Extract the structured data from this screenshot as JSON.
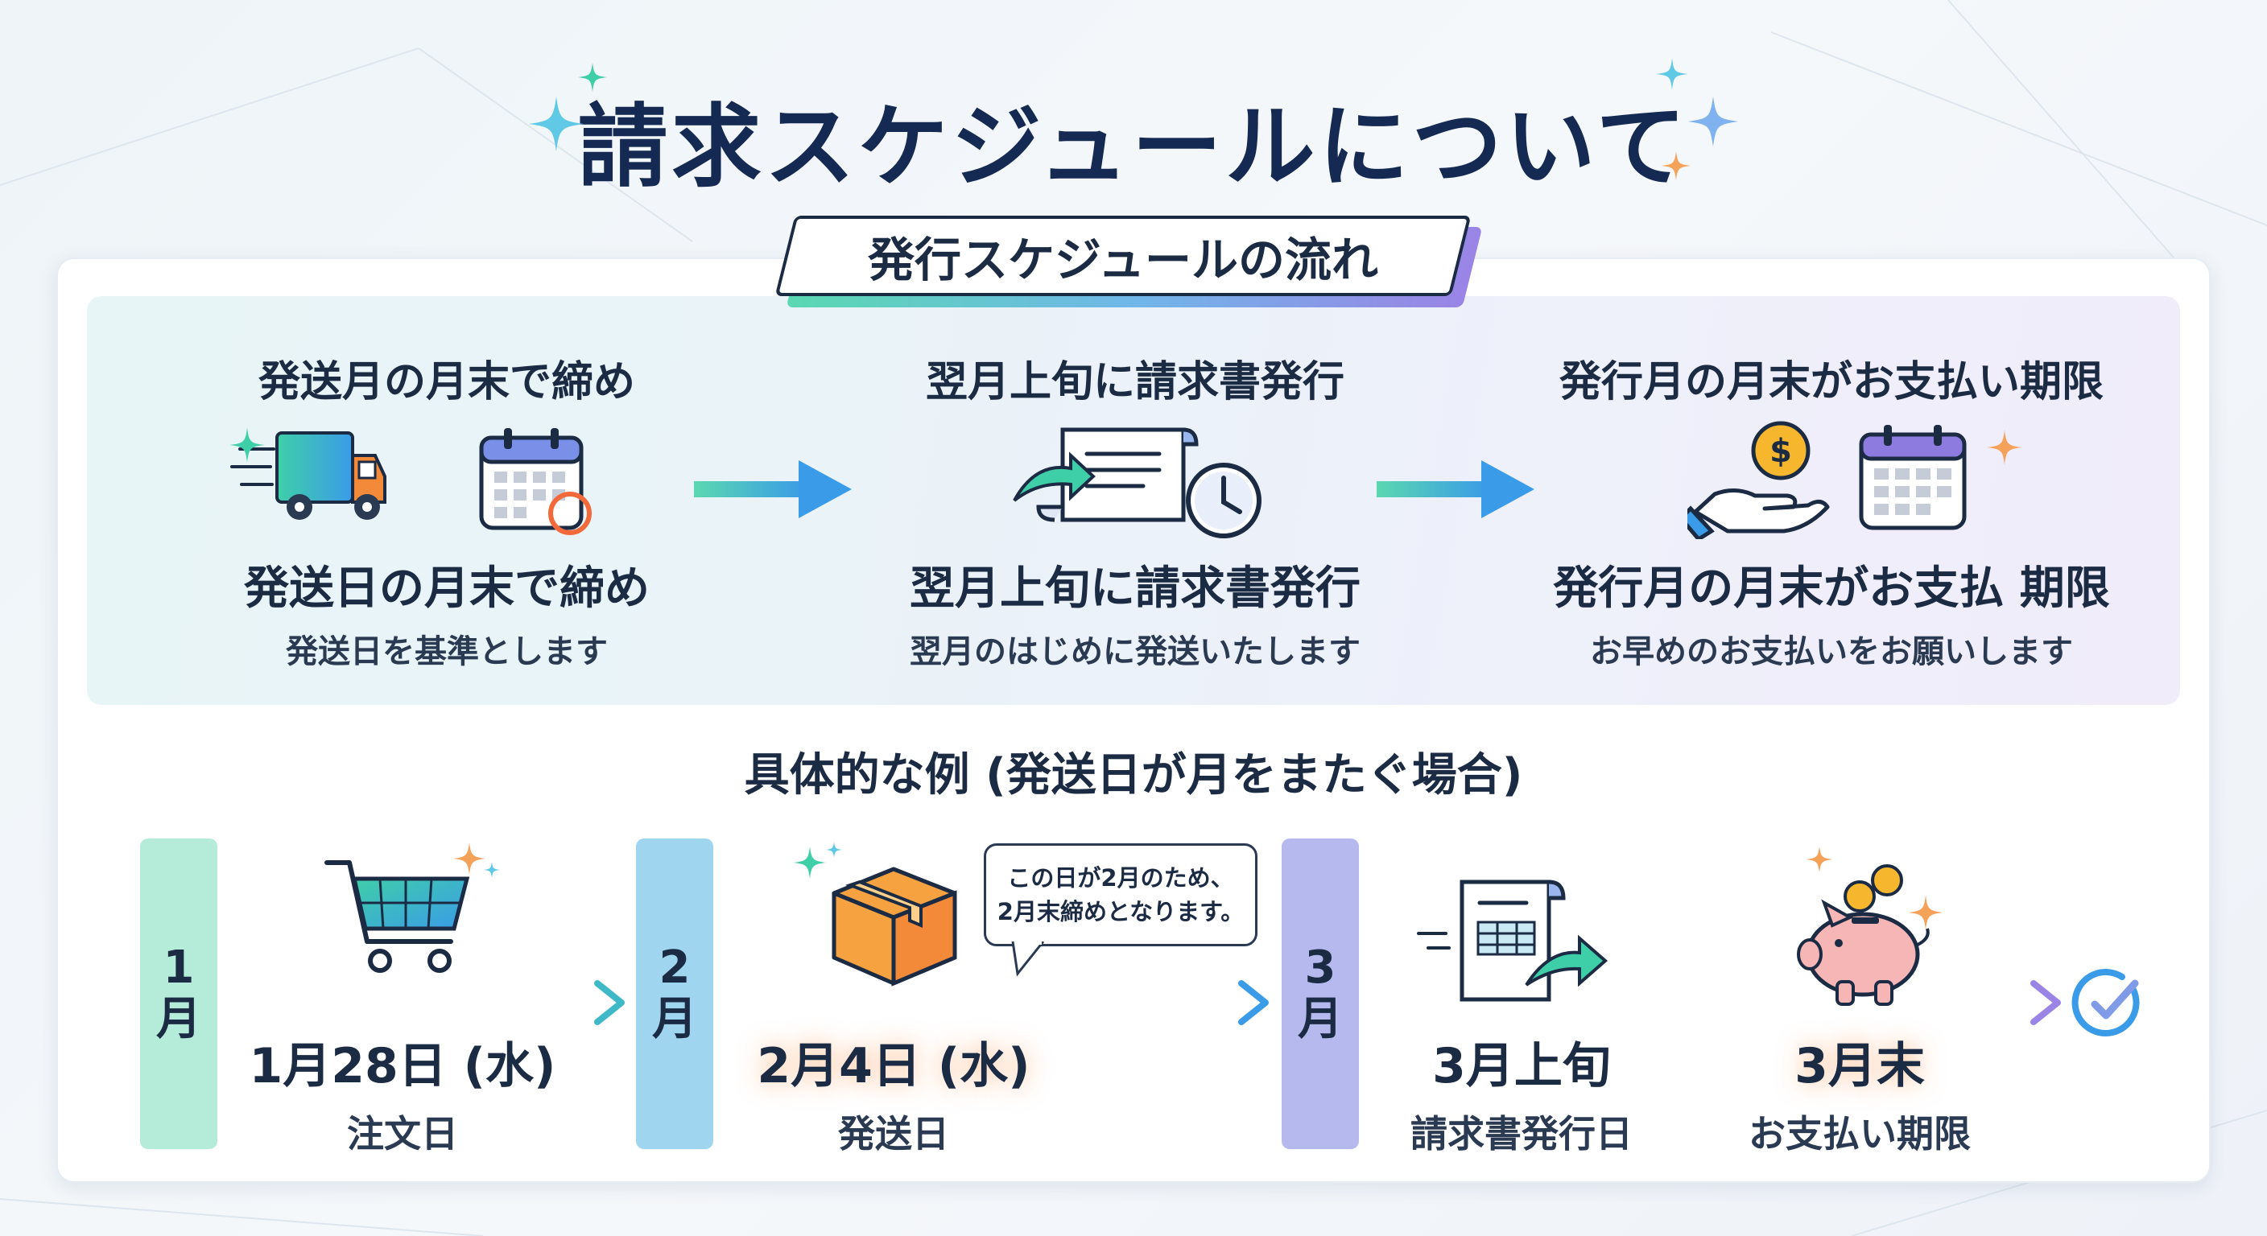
{
  "title": "請求スケジュールについて",
  "section_badge": "発行スケジュールの流れ",
  "flow": [
    {
      "heading": "発送月の月末で締め",
      "subheading": "発送日の月末で締め",
      "description": "発送日を基準とします",
      "icons": [
        "truck-icon",
        "calendar-icon"
      ]
    },
    {
      "heading": "翌月上旬に請求書発行",
      "subheading": "翌月上旬に請求書発行",
      "description": "翌月のはじめに発送いたします",
      "icons": [
        "invoice-send-icon",
        "clock-icon"
      ]
    },
    {
      "heading": "発行月の月末がお支払い期限",
      "subheading": "発行月の月末がお支払 期限",
      "description": "お早めのお支払いをお願いします",
      "icons": [
        "coin-hand-icon",
        "calendar-icon"
      ]
    }
  ],
  "example_title": "具体的な例 (発送日が月をまたぐ場合)",
  "months": [
    "1月",
    "2月",
    "3月"
  ],
  "timeline": [
    {
      "date": "1月28日 (水)",
      "caption": "注文日",
      "icon": "shopping-cart-icon"
    },
    {
      "date": "2月4日 (水)",
      "caption": "発送日",
      "icon": "package-box-icon"
    },
    {
      "date": "3月上旬",
      "caption": "請求書発行日",
      "icon": "invoice-send-icon"
    },
    {
      "date": "3月末",
      "caption": "お支払い期限",
      "icon": "piggy-bank-icon"
    }
  ],
  "bubble": {
    "line1": "この日が2月のため、",
    "line2": "2月末締めとなります。"
  },
  "end_icon": "check-circle-icon",
  "colors": {
    "title": "#152a52",
    "teal": "#3fcfa8",
    "blue": "#3a9be8",
    "purple": "#8d7be0",
    "orange": "#f28a3a"
  }
}
